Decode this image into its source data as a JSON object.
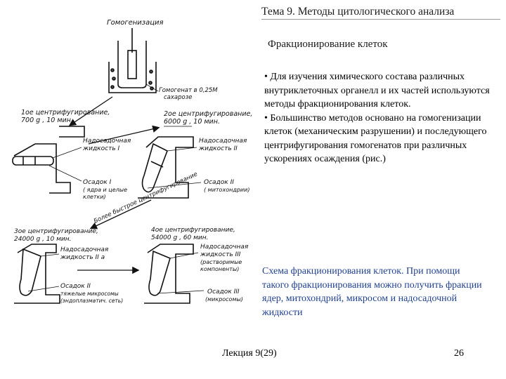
{
  "header": {
    "title": "Тема 9. Методы цитологического анализа",
    "subtitle": "Фракционирование клеток"
  },
  "body": {
    "bullets": [
      "•   Для изучения химического состава различных внутриклеточных органелл и их частей используются методы фракционирования клеток.",
      "•   Большинство методов основано на гомогенизации клеток (механическим разрушении) и последующего центрифугирования гомогенатов при различных ускорениях осаждения (рис.)"
    ],
    "caption": "Схема фракционирования клеток. При помощи такого фракционирования можно получить фракции ядер, митохондрий, микросом и надосадочной жидкости"
  },
  "footer": {
    "lecture": "Лекция 9(29)",
    "page": "26"
  },
  "diagram": {
    "homogenization": "Гомогенизация",
    "homogenate_1": "Гомогенат в 0,25М",
    "homogenate_2": "сахарозе",
    "step1_1": "1ое центрифугирование,",
    "step1_2": "700 g , 10 мин.",
    "super1_1": "Надосадочная",
    "super1_2": "жидкость I",
    "pellet1_1": "Осадок I",
    "pellet1_2": "( ядра и целые",
    "pellet1_3": "клетки)",
    "step2_1": "2ое центрифугирование,",
    "step2_2": "6000 g , 10 мин.",
    "super2_1": "Надосадочная",
    "super2_2": "жидкость II",
    "pellet2_1": "Осадок II",
    "pellet2_2": "( митохондрии)",
    "arrow_label": "Более быстрое центрифугирование",
    "step3_1": "3ое центрифугирование,",
    "step3_2": "24000 g , 10 мин.",
    "super3_1": "Надосадочная",
    "super3_2": "жидкость II а",
    "pellet3_1": "Осадок II",
    "pellet3_2": "тяжелые микросомы",
    "pellet3_3": "(эндоплазматич. сеть)",
    "step4_1": "4ое центрифугирование,",
    "step4_2": "54000 g , 60 мин.",
    "super4_1": "Надосадочная",
    "super4_2": "жидкость III",
    "super4_3": "(растворимые",
    "super4_4": "компоненты)",
    "pellet4_1": "Осадок III",
    "pellet4_2": "(микросомы)"
  }
}
